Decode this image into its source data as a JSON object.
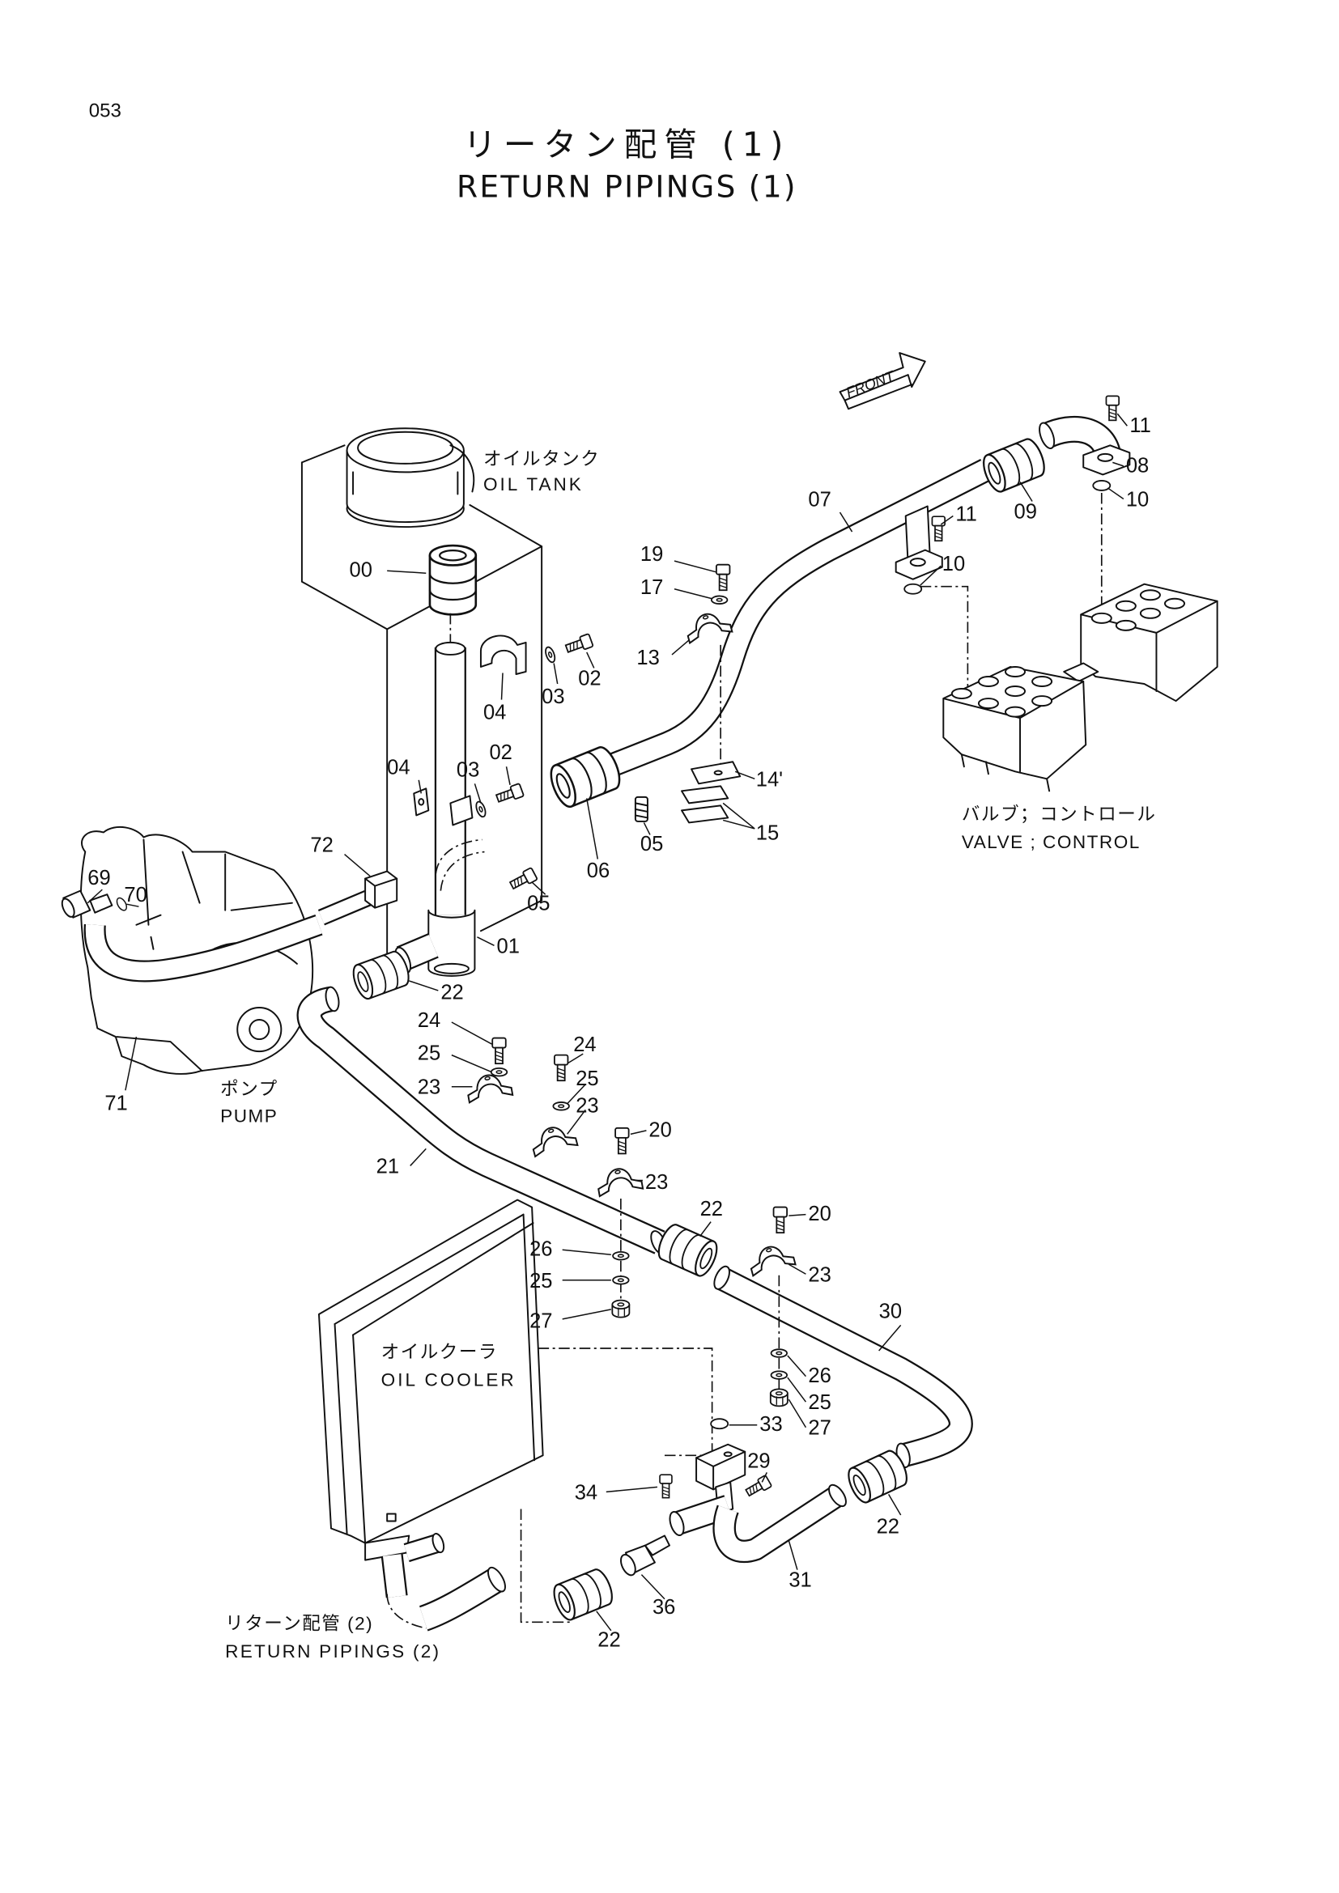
{
  "page_number": "053",
  "title": {
    "jp": "リータン配管 (1)",
    "en": "RETURN PIPINGS (1)"
  },
  "front_arrow_label": "FRONT",
  "captions": {
    "oil_tank_jp": "オイルタンク",
    "oil_tank_en": "OIL TANK",
    "valve_jp": "バルブ；コントロール",
    "valve_en": "VALVE ; CONTROL",
    "pump_jp": "ポンプ",
    "pump_en": "PUMP",
    "oil_cooler_jp": "オイルクーラ",
    "oil_cooler_en": "OIL COOLER",
    "return2_jp": "リターン配管 (2)",
    "return2_en": "RETURN PIPINGS (2)"
  },
  "part_labels": [
    "00",
    "04",
    "03",
    "02",
    "04",
    "03",
    "02",
    "72",
    "69",
    "70",
    "05",
    "01",
    "06",
    "05",
    "22",
    "71",
    "24",
    "25",
    "23",
    "24",
    "25",
    "23",
    "20",
    "23",
    "21",
    "22",
    "20",
    "23",
    "26",
    "25",
    "27",
    "30",
    "26",
    "25",
    "27",
    "33",
    "29",
    "34",
    "22",
    "31",
    "36",
    "22",
    "07",
    "11",
    "10",
    "19",
    "17",
    "13",
    "11",
    "08",
    "09",
    "10",
    "14'",
    "15"
  ]
}
